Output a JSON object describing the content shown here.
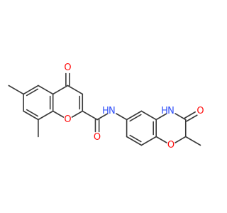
{
  "figure": {
    "type": "chemical-structure",
    "background": "#ffffff",
    "bond_color": "#3a3a3a"
  },
  "atoms": {
    "o_ketone": {
      "text": "O",
      "color": "#ff0d0d"
    },
    "o_ring_chromone": {
      "text": "O",
      "color": "#ff0d0d"
    },
    "o_amide": {
      "text": "O",
      "color": "#ff0d0d"
    },
    "n_amide": {
      "text": "N",
      "color": "#3050f8"
    },
    "h_amide": {
      "text": "H",
      "color": "#3050f8"
    },
    "n_lactam": {
      "text": "N",
      "color": "#3050f8"
    },
    "h_lactam": {
      "text": "H",
      "color": "#3050f8"
    },
    "o_lactam": {
      "text": "O",
      "color": "#ff0d0d"
    },
    "o_ring_oxazine": {
      "text": "O",
      "color": "#ff0d0d"
    }
  }
}
